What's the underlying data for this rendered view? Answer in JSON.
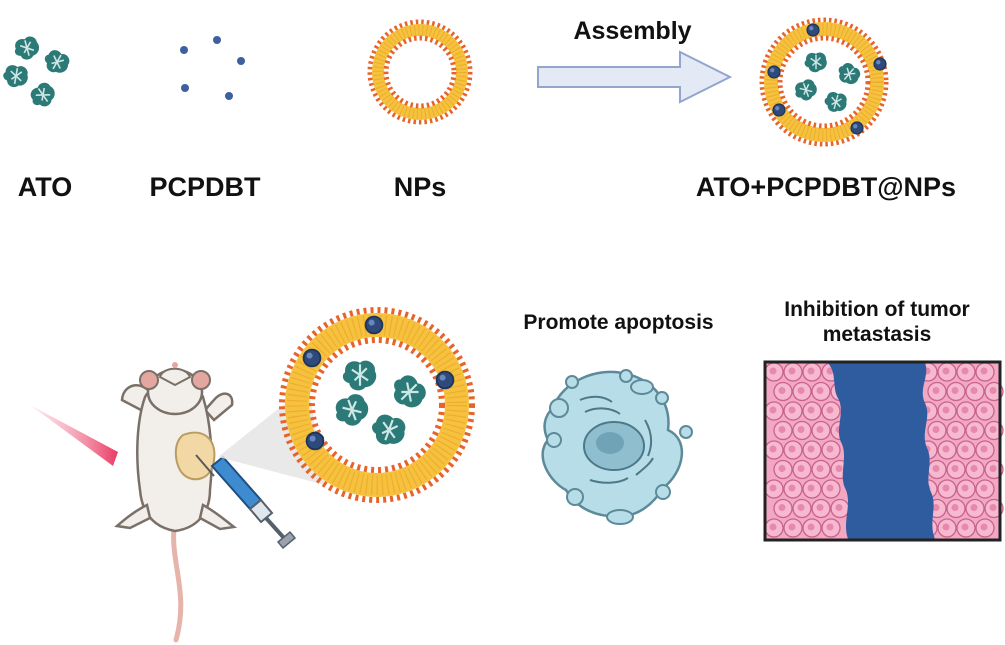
{
  "labels": {
    "ato": "ATO",
    "pcpdbt": "PCPDBT",
    "nps": "NPs",
    "assembly": "Assembly",
    "product": "ATO+PCPDBT@NPs",
    "apoptosis": "Promote apoptosis",
    "inhibition_line1": "Inhibition of tumor",
    "inhibition_line2": "metastasis"
  },
  "icons": {
    "drug": "ato-molecule-icon",
    "photosensitizer": "pcpdbt-dot-icon",
    "vesicle": "liposome-icon",
    "mouse": "mouse-icon",
    "syringe": "syringe-icon",
    "laser": "laser-beam-icon",
    "cell": "apoptotic-cell-icon",
    "wound_assay": "wound-healing-assay-icon"
  },
  "colors": {
    "lipid_head": "#E8632A",
    "lipid_tail": "#F6C23E",
    "drug": "#2B7A78",
    "photosensitizer": "#3E5FA0",
    "arrow_fill": "#E4EAF5",
    "arrow_stroke": "#93A5CF",
    "tumor_cell": "#F2A7C3",
    "scratch_gap": "#2E5C9E",
    "cell_body": "#B7DDE8"
  }
}
